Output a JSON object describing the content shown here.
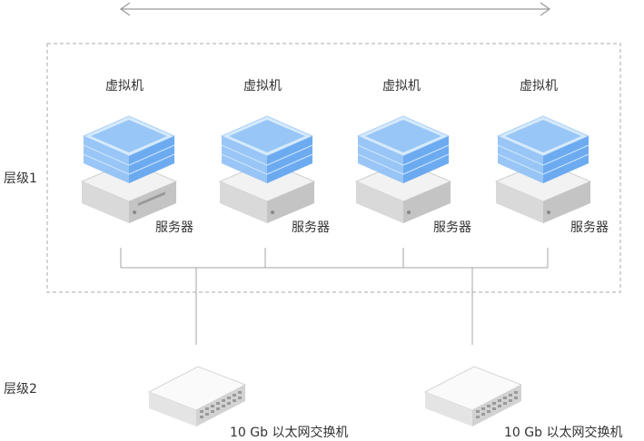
{
  "tier1": {
    "label": "层级1"
  },
  "tier2": {
    "label": "层级2"
  },
  "nodes": [
    {
      "vm_label": "虚拟机",
      "server_label": "服务器"
    },
    {
      "vm_label": "虚拟机",
      "server_label": "服务器"
    },
    {
      "vm_label": "虚拟机",
      "server_label": "服务器"
    },
    {
      "vm_label": "虚拟机",
      "server_label": "服务器"
    }
  ],
  "switches": [
    {
      "label": "10  Gb  以太网交换机"
    },
    {
      "label": "10  Gb  以太网交换机"
    }
  ],
  "colors": {
    "vm_blue": "#5da2f0",
    "vm_light": "#b9dafb",
    "server_gray": "#d9d9d9",
    "line": "#a6a6a6"
  }
}
